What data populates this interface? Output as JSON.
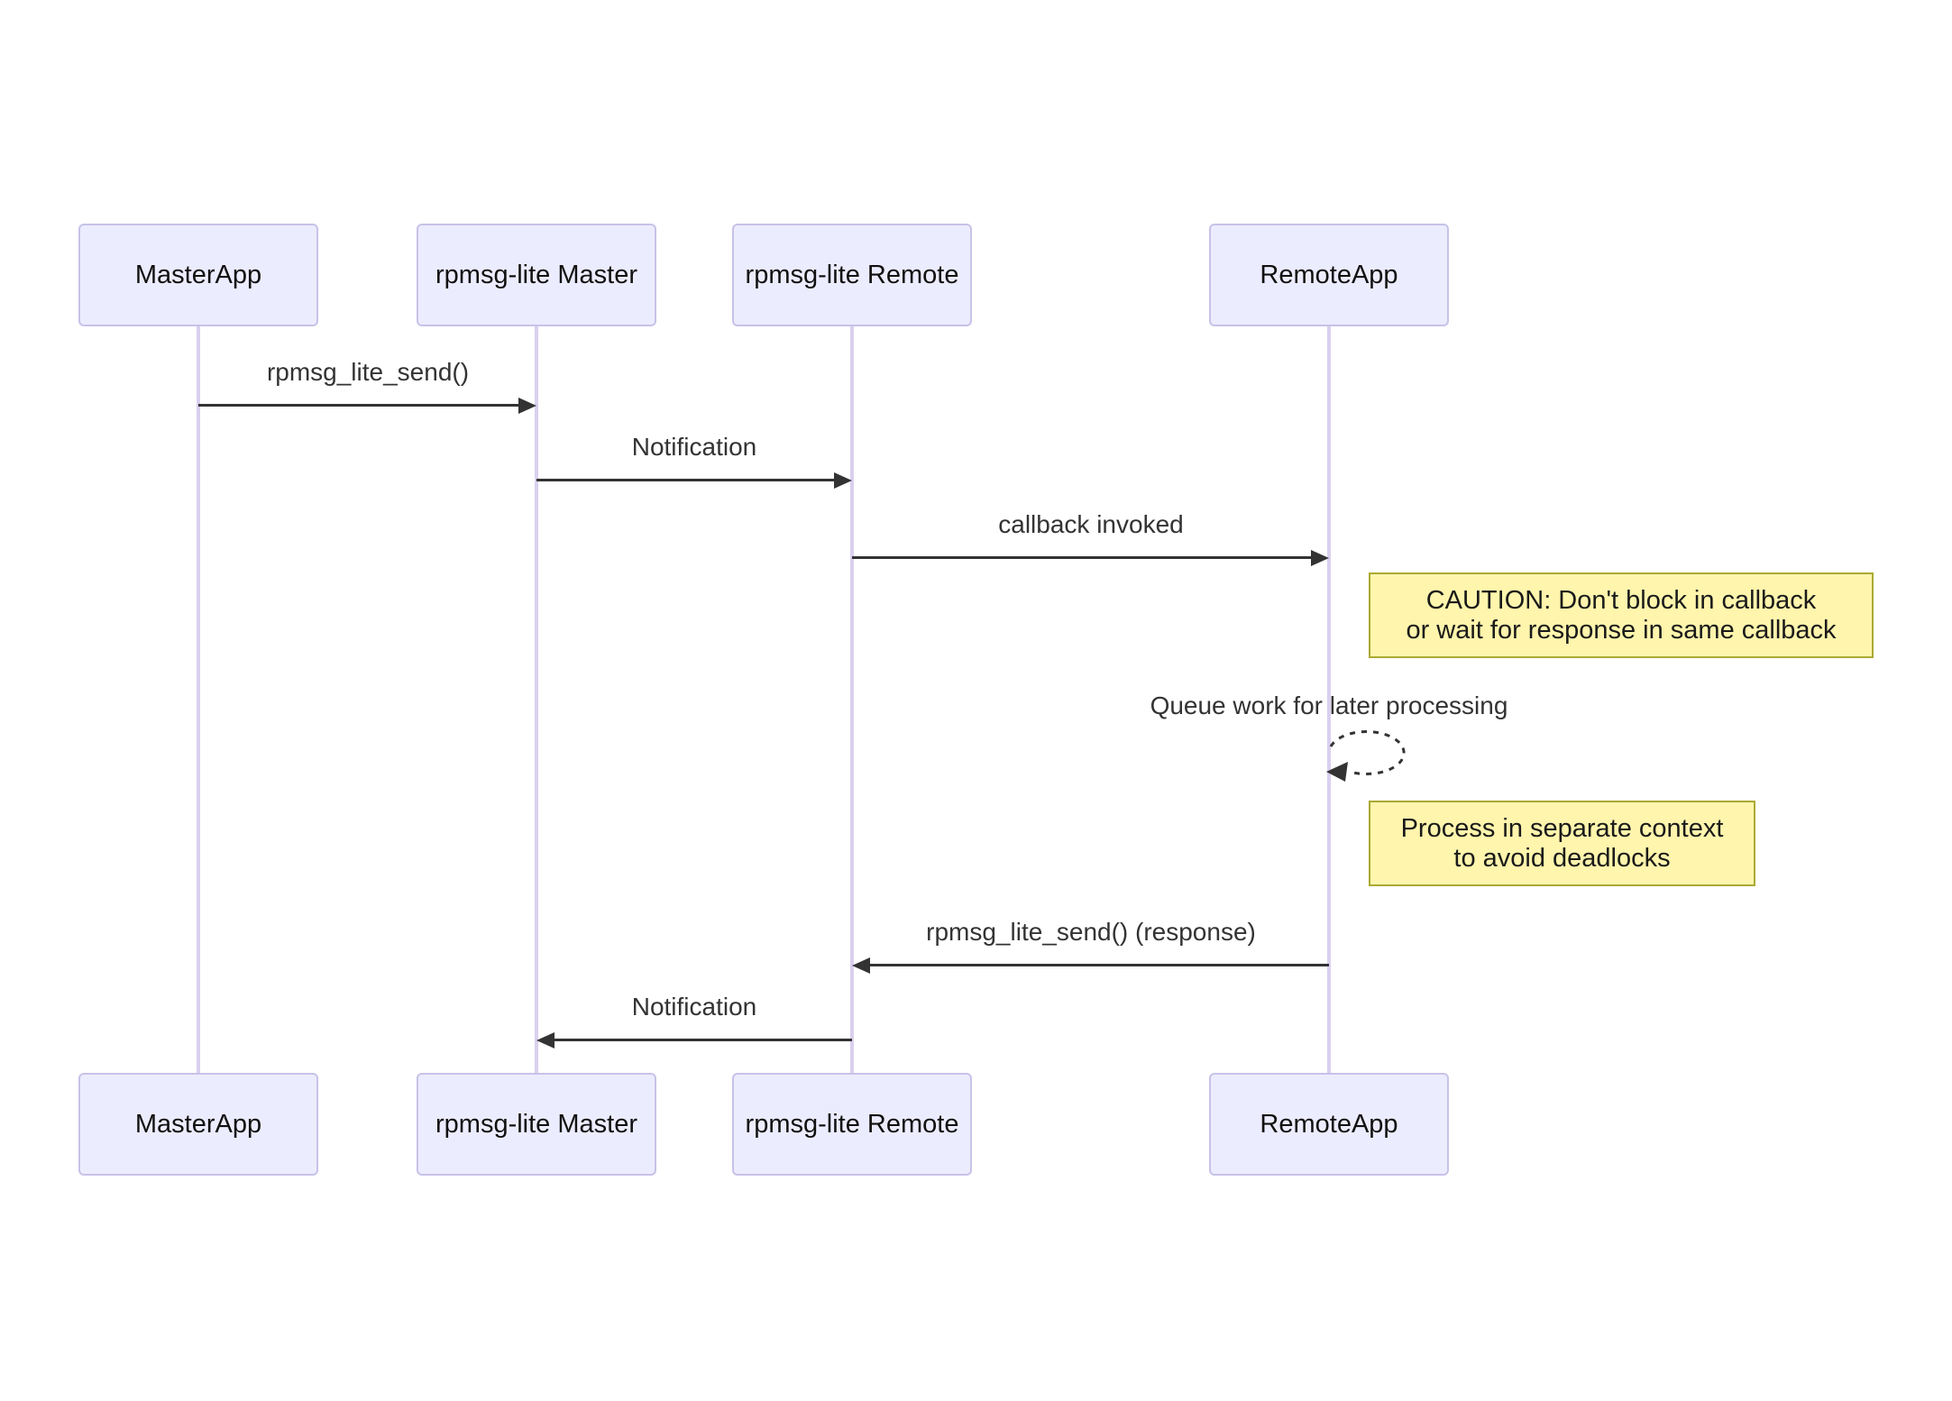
{
  "diagram": {
    "type": "sequence-diagram",
    "actors": [
      {
        "label": "MasterApp"
      },
      {
        "label": "rpmsg-lite Master"
      },
      {
        "label": "rpmsg-lite Remote"
      },
      {
        "label": "RemoteApp"
      }
    ],
    "messages": [
      {
        "label": "rpmsg_lite_send()",
        "from": "MasterApp",
        "to": "rpmsg-lite Master",
        "kind": "solid-arrow"
      },
      {
        "label": "Notification",
        "from": "rpmsg-lite Master",
        "to": "rpmsg-lite Remote",
        "kind": "solid-arrow"
      },
      {
        "label": "callback invoked",
        "from": "rpmsg-lite Remote",
        "to": "RemoteApp",
        "kind": "solid-arrow"
      },
      {
        "label": "Queue work for later processing",
        "from": "RemoteApp",
        "to": "RemoteApp",
        "kind": "dashed-self-loop"
      },
      {
        "label": "rpmsg_lite_send() (response)",
        "from": "RemoteApp",
        "to": "rpmsg-lite Remote",
        "kind": "solid-arrow"
      },
      {
        "label": "Notification",
        "from": "rpmsg-lite Remote",
        "to": "rpmsg-lite Master",
        "kind": "solid-arrow"
      }
    ],
    "notes": [
      {
        "lines": [
          "CAUTION: Don't block in callback",
          "or wait for response in same callback"
        ]
      },
      {
        "lines": [
          "Process in separate context",
          "to avoid deadlocks"
        ]
      }
    ],
    "colors": {
      "background": "#ffffff",
      "actor_fill": "#ececff",
      "actor_border": "#c8c2e8",
      "lifeline": "#d9d0ee",
      "arrow": "#333333",
      "message_text": "#333333",
      "actor_text": "#111111",
      "note_fill": "#fff5ad",
      "note_border": "#aaaa33",
      "note_text": "#1a1a1a"
    }
  }
}
